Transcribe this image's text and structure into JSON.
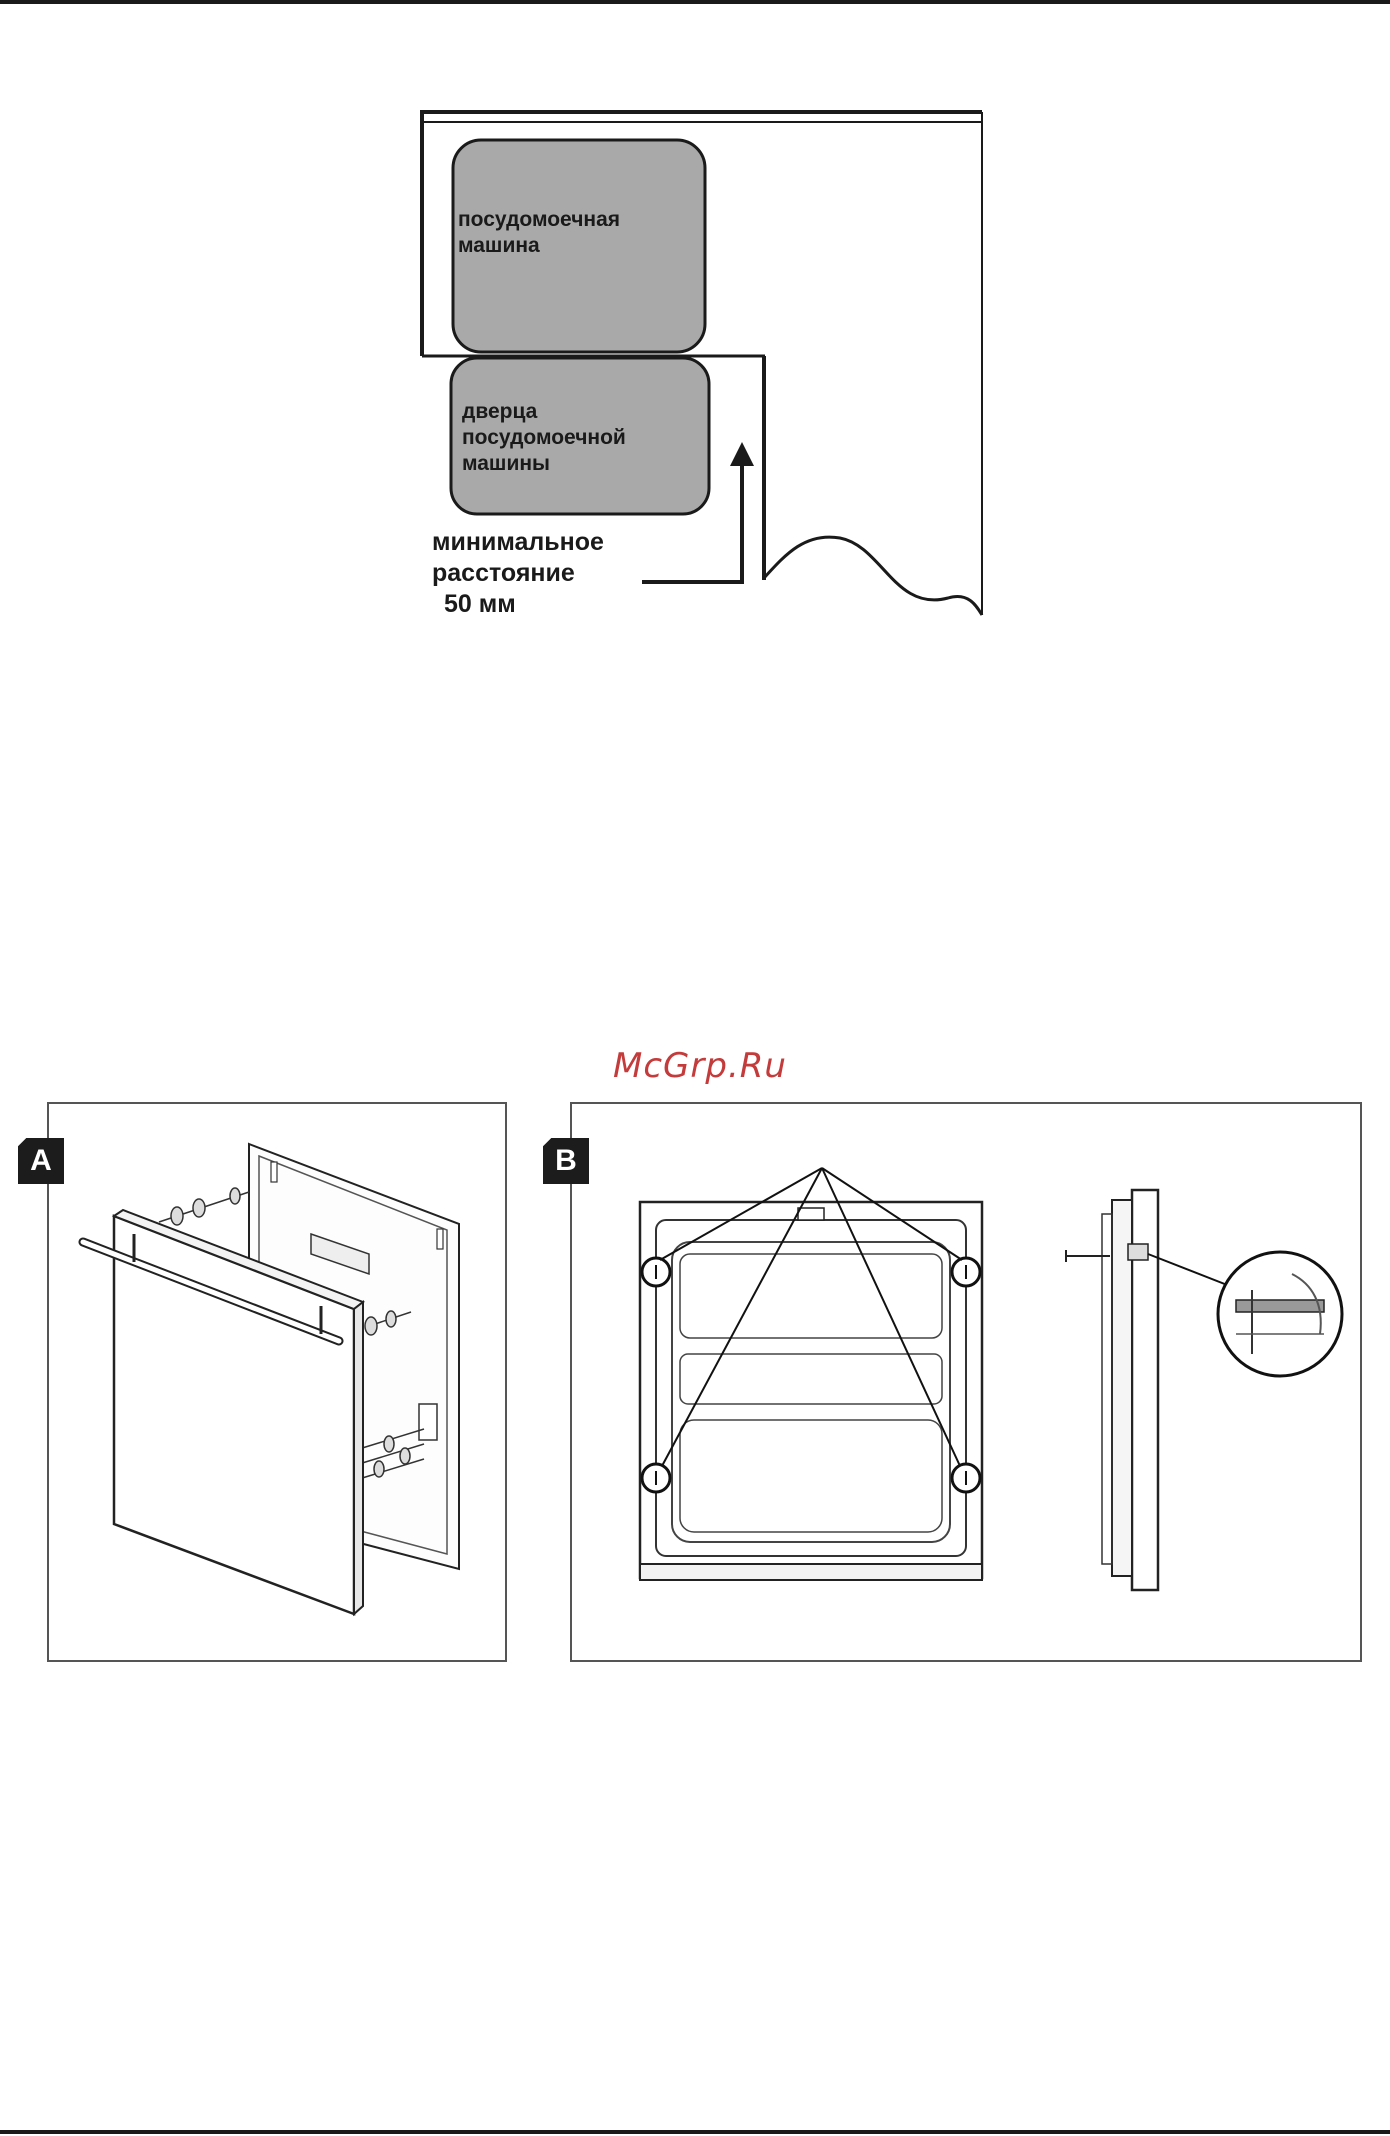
{
  "figure_clearance": {
    "dishwasher_label": [
      "посудомоечная",
      "машина"
    ],
    "door_label": [
      "дверца",
      "посудомоечной",
      "машины"
    ],
    "distance_label": [
      "минимальное",
      "расстояние",
      "50 мм"
    ]
  },
  "watermark": "McGrp.Ru",
  "panels": {
    "a": {
      "badge": "A"
    },
    "b": {
      "badge": "B"
    }
  },
  "colors": {
    "box_fill": "#a9a9a9",
    "line": "#1a1a1a",
    "watermark": "#c43b3b"
  }
}
